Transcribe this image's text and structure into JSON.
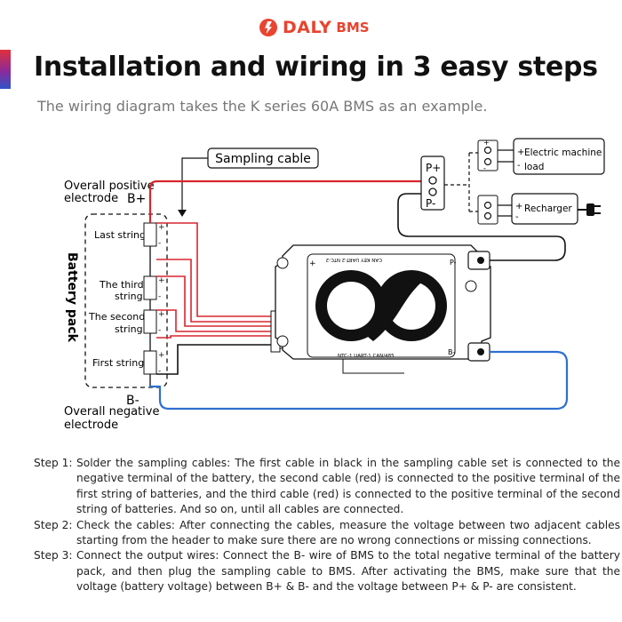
{
  "brand": {
    "name": "DALY",
    "suffix": "BMS",
    "logo_icon": "daly-lightning-logo-icon",
    "color": "#e8442f"
  },
  "header": {
    "title": "Installation and wiring in 3 easy steps",
    "subtitle": "The wiring diagram takes the K series 60A BMS as an example."
  },
  "diagram": {
    "sampling_cable": "Sampling cable",
    "pos_electrode_line1": "Overall positive",
    "pos_electrode_line2": "electrode",
    "b_plus": "B+",
    "b_minus": "B-",
    "neg_electrode_line1": "Overall negative",
    "neg_electrode_line2": "electrode",
    "battery_pack": "Battery pack",
    "strings": [
      "Last string",
      "The third",
      "string",
      "The second",
      "string",
      "First string"
    ],
    "p_plus": "P+",
    "p_minus": "P-",
    "electric_machine": "Electric machine",
    "load": "load",
    "recharger": "Recharger",
    "bms_plus": "+",
    "bms_p_minus": "P-",
    "bms_b_minus": "B-",
    "bms_top_label": "CAN KEY  UART-2  NTC-2",
    "bms_bottom_label": "NTC-1  UART-1  CAN/485",
    "colors": {
      "red_wire": "#d8262e",
      "blue_wire": "#2f6fd0",
      "black_wire": "#111111"
    }
  },
  "steps": [
    {
      "num": "Step 1:",
      "text": "Solder the sampling cables: The first cable in black in the sampling cable set is connected to the negative terminal of the battery, the second cable (red) is connected to the positive terminal of the first string of batteries, and the third cable (red) is connected to the positive terminal of the second string of batteries. And so on, until all cables are connected."
    },
    {
      "num": "Step 2:",
      "text": "Check the cables: After connecting the cables, measure the voltage between two adjacent cables starting from the header to make sure there are no wrong connections or missing connections."
    },
    {
      "num": "Step 3:",
      "text": "Connect the output wires: Connect the B- wire of BMS to the total negative terminal of the battery pack, and then plug the sampling cable to BMS. After activating the BMS, make sure that the voltage (battery voltage) between B+ & B- and the voltage between P+ & P- are consistent."
    }
  ]
}
